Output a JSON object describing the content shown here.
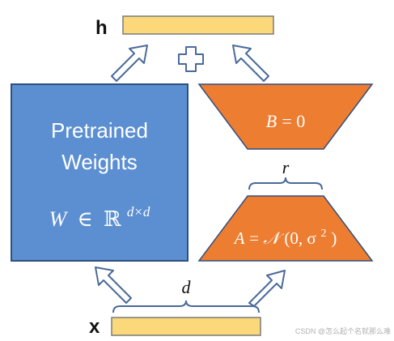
{
  "diagram": {
    "output_label": "h",
    "input_label": "x",
    "pretrained": {
      "line1": "Pretrained",
      "line2": "Weights",
      "formula_var": "W",
      "formula_in": "∈",
      "formula_set": "ℝ",
      "formula_exp": "d×d"
    },
    "matrix_b": {
      "var": "B",
      "eq": " = 0"
    },
    "matrix_a": {
      "var": "A",
      "eq": " = ",
      "dist": "𝒩",
      "args": "(0, σ",
      "sup": "2",
      "close": ")"
    },
    "rank_label": "r",
    "dim_label": "d",
    "plus_symbol": "+",
    "watermark": "CSDN @怎么起个名就那么难"
  },
  "colors": {
    "weights_blue": "#5b8fd1",
    "matrix_orange": "#ed7d31",
    "bar_yellow": "#fbd97a",
    "outline": "#2f4f7f",
    "text_dark": "#111111",
    "text_white": "#ffffff"
  }
}
